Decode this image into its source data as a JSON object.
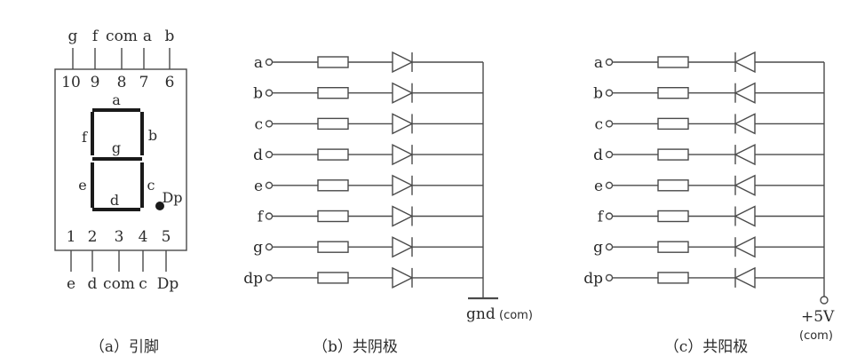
{
  "panel_a": {
    "top_letters": [
      "g",
      "f",
      "com",
      "a",
      "b"
    ],
    "top_numbers": [
      "10",
      "9",
      "8",
      "7",
      "6"
    ],
    "bottom_numbers": [
      "1",
      "2",
      "3",
      "4",
      "5"
    ],
    "bottom_letters": [
      "e",
      "d",
      "com",
      "c",
      "Dp"
    ],
    "seg_labels": {
      "a": "a",
      "b": "b",
      "c": "c",
      "d": "d",
      "e": "e",
      "f": "f",
      "g": "g",
      "dp": "Dp"
    },
    "caption": "（a）引脚"
  },
  "panel_b": {
    "rows": [
      "a",
      "b",
      "c",
      "d",
      "e",
      "f",
      "g",
      "dp"
    ],
    "ground_label": "gnd",
    "com_label": "(com)",
    "caption": "（b）共阴极"
  },
  "panel_c": {
    "rows": [
      "a",
      "b",
      "c",
      "d",
      "e",
      "f",
      "g",
      "dp"
    ],
    "supply_label": "+5V",
    "com_label": "(com)",
    "caption": "（c）共阳极"
  },
  "colors": {
    "line": "#4a4a4a",
    "segment": "#1a1a1a",
    "text": "#2b2b2b"
  }
}
